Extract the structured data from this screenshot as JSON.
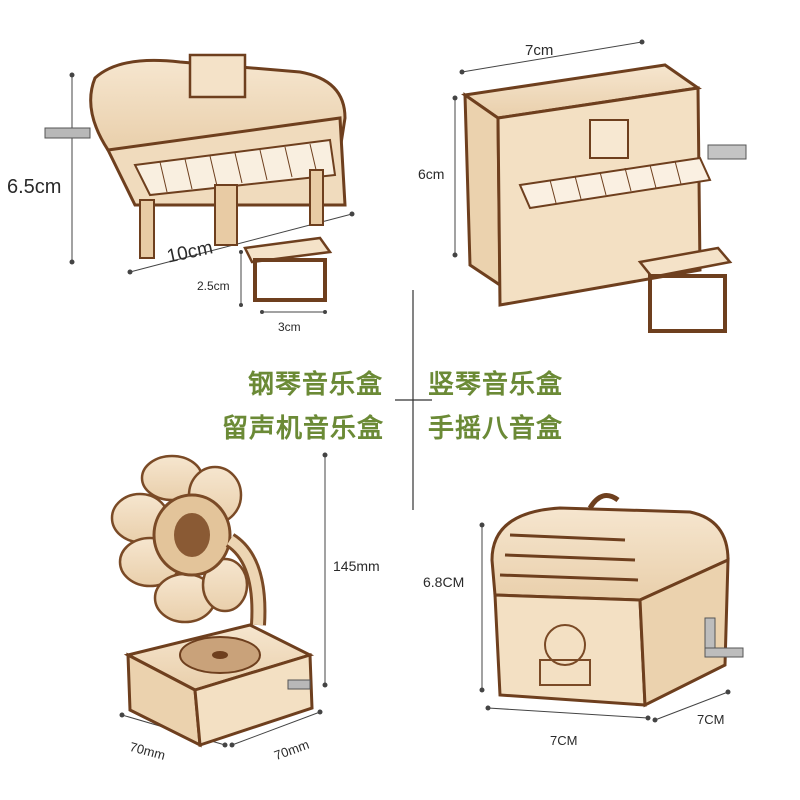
{
  "titles": {
    "piano": "钢琴音乐盒",
    "upright": "竖琴音乐盒",
    "gramophone": "留声机音乐盒",
    "hand_crank": "手摇八音盒"
  },
  "dimensions": {
    "piano_height": "6.5cm",
    "piano_width": "10cm",
    "stool_height": "2.5cm",
    "stool_width": "3cm",
    "upright_width": "7cm",
    "upright_height": "6cm",
    "gramophone_height": "145mm",
    "gramophone_depth": "70mm",
    "gramophone_width": "70mm",
    "box_height": "6.8CM",
    "box_width": "7CM",
    "box_depth": "7CM"
  },
  "colors": {
    "wood": "#f1dcc0",
    "wood_dark": "#8a5a34",
    "wood_edge": "#6e3f1e",
    "title_green": "#6b8a36"
  }
}
